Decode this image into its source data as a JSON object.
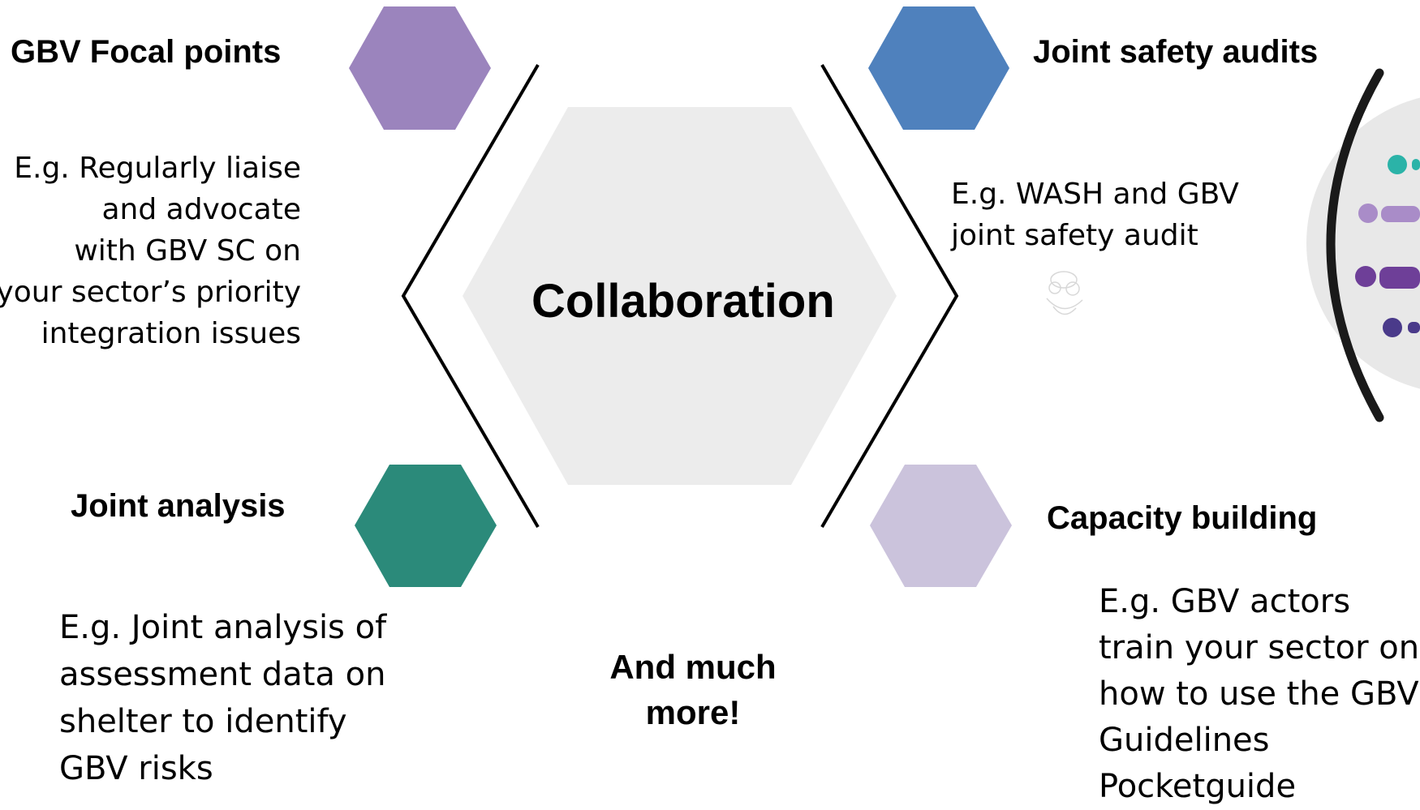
{
  "center": {
    "label": "Collaboration"
  },
  "colors": {
    "focal": "#9b84bd",
    "audits": "#4f81bd",
    "analysis": "#2b8a7a",
    "capacity": "#cbc3dc",
    "center_hex": "#ececec",
    "badge_bg": "#e8e8e8"
  },
  "items": {
    "focal": {
      "title": "GBV Focal points",
      "lines": [
        "E.g. Regularly liaise",
        "and advocate",
        "with GBV SC on",
        "your sector’s priority",
        "integration issues"
      ]
    },
    "audits": {
      "title": "Joint safety audits",
      "lines": [
        "E.g. WASH and GBV",
        "joint safety audit"
      ]
    },
    "analysis": {
      "title": "Joint analysis",
      "lines": [
        "E.g. Joint analysis of",
        "assessment data on",
        "shelter to identify",
        "GBV risks"
      ]
    },
    "capacity": {
      "title": "Capacity building",
      "lines": [
        "E.g. GBV actors",
        "train your sector on",
        "how to use the GBV",
        "Guidelines",
        "Pocketguide"
      ]
    }
  },
  "footer": {
    "lines": [
      "And much",
      "more!"
    ]
  },
  "badge": {
    "dot_colors": [
      "#2bb3a8",
      "#a98cc8",
      "#6e3f98",
      "#4a3a8a"
    ]
  }
}
